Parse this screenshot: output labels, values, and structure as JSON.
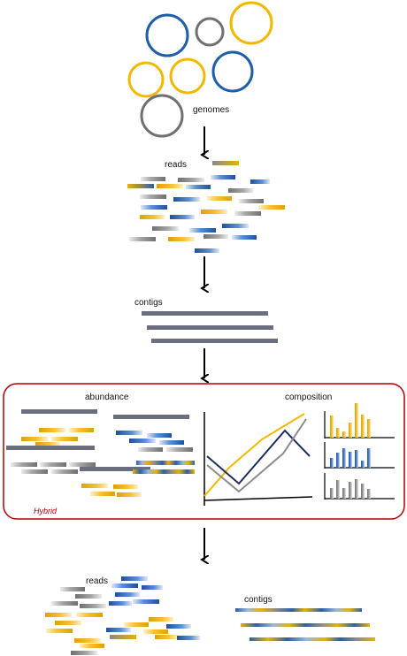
{
  "labels": {
    "genomes": "genomes",
    "reads": "reads",
    "contigs": "contigs",
    "abundance": "abundance",
    "composition": "composition",
    "hybrid": "Hybrid",
    "bottom_reads": "reads",
    "bottom_contigs": "contigs"
  },
  "colors": {
    "blue": "#1f5fa8",
    "gold": "#f2b800",
    "grey": "#707070",
    "dark_grey": "#6b6f7d",
    "navy": "#1b2e5c",
    "border_red": "#b00000"
  },
  "genome_circle_colors": [
    "blue",
    "grey",
    "gold",
    "gold",
    "gold",
    "blue",
    "grey"
  ],
  "line_chart_series": [
    {
      "color": "gold"
    },
    {
      "color": "navy"
    },
    {
      "color": "grey"
    }
  ],
  "bar_charts": [
    {
      "color": "gold"
    },
    {
      "color": "blue"
    },
    {
      "color": "grey"
    }
  ]
}
